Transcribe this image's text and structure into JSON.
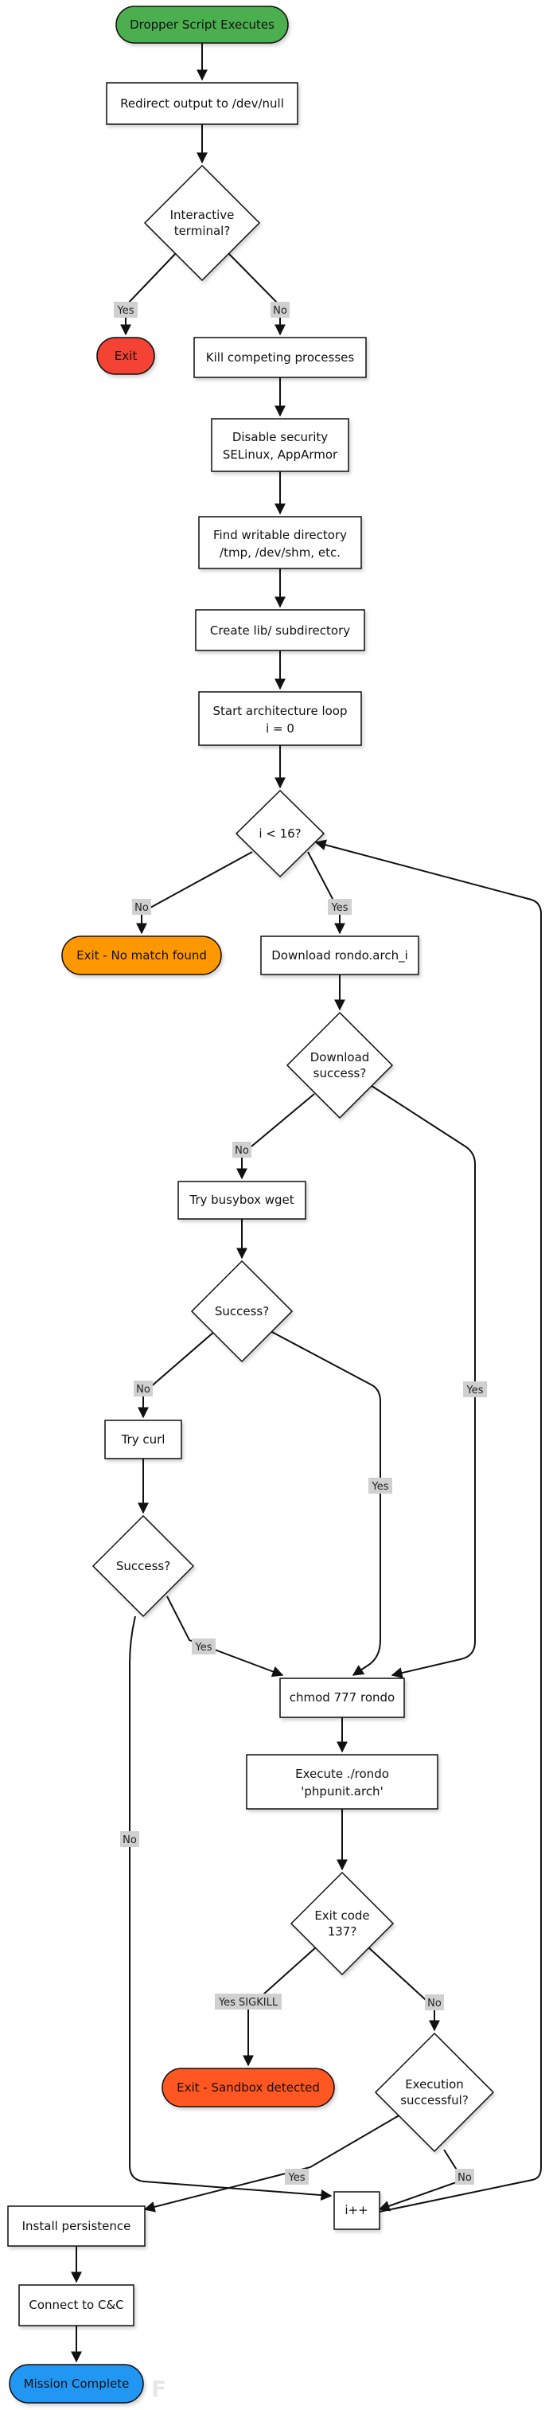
{
  "nodes": {
    "start": "Dropper Script Executes",
    "redirect": "Redirect output to /dev/null",
    "interactive": [
      "Interactive",
      "terminal?"
    ],
    "exit": "Exit",
    "kill": "Kill competing processes",
    "disable": [
      "Disable security",
      "SELinux, AppArmor"
    ],
    "find": [
      "Find writable directory",
      "/tmp, /dev/shm, etc."
    ],
    "create": "Create lib/ subdirectory",
    "loop": [
      "Start architecture loop",
      "i = 0"
    ],
    "cond": "i < 16?",
    "exit_nomatch": "Exit - No match found",
    "download": "Download rondo.arch_i",
    "dl_success": [
      "Download",
      "success?"
    ],
    "busybox": "Try busybox wget",
    "success1": "Success?",
    "curl": "Try curl",
    "success2": "Success?",
    "chmod": "chmod 777 rondo",
    "execute": [
      "Execute ./rondo",
      "'phpunit.arch'"
    ],
    "exitcode": [
      "Exit code",
      "137?"
    ],
    "sandbox": "Exit - Sandbox detected",
    "exec_success": [
      "Execution",
      "successful?"
    ],
    "persist": "Install persistence",
    "incr": "i++",
    "connect": "Connect to C&C",
    "complete": "Mission Complete"
  },
  "edge_labels": {
    "yes": "Yes",
    "no": "No",
    "yes_sigkill": "Yes SIGKILL"
  },
  "colors": {
    "start": "#4caf50",
    "exit": "#f44336",
    "exit_nomatch": "#ff9800",
    "sandbox": "#ff5722",
    "complete": "#2196f3",
    "box_fill": "#ffffff",
    "stroke": "#111111",
    "label_bg": "#d0d0d0"
  }
}
